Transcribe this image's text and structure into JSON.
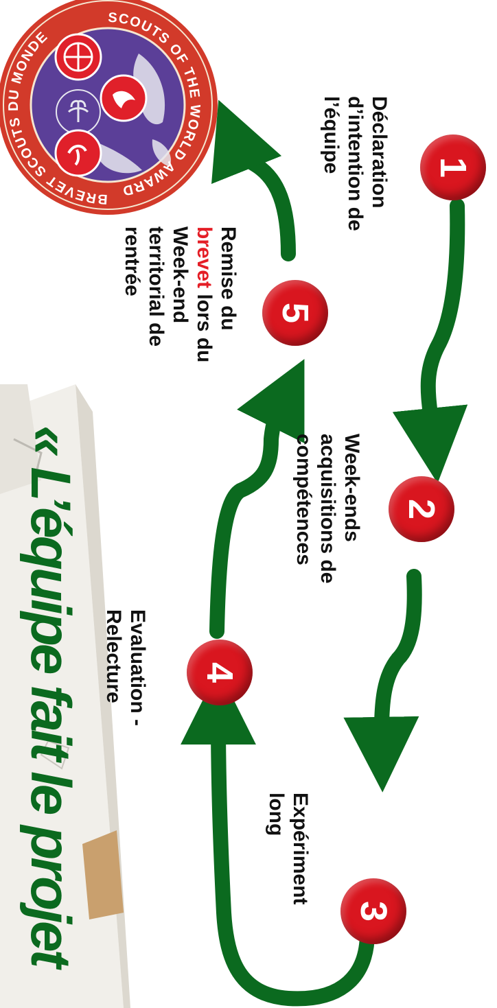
{
  "award_badge": {
    "ring_text_top": "SCOUTS OF THE WORLD AWARD",
    "ring_text_bottom": "BREVET SCOUTS DU MONDE"
  },
  "steps": [
    {
      "number": "1",
      "lines": [
        "Déclaration",
        "d’intention de",
        "l’équipe"
      ]
    },
    {
      "number": "2",
      "lines": [
        "Week-ends",
        "acquisitions de",
        "compétences"
      ]
    },
    {
      "number": "3",
      "lines": [
        "Expériment",
        "long"
      ]
    },
    {
      "number": "4",
      "lines": [
        "Evaluation -",
        "Relecture"
      ]
    },
    {
      "number": "5",
      "line1": "Remise du",
      "line2_red": "brevet",
      "line2_rest": " lors du",
      "line3": "Week-end",
      "line4": "territorial de",
      "line5": "rentrée"
    }
  ],
  "slogan": "« L’équipe fait le projet",
  "colors": {
    "arrow_green": "#0b6a1f",
    "badge_red": "#d9161f",
    "accent_red": "#e41e26",
    "badge_purple": "#5b3f98"
  }
}
